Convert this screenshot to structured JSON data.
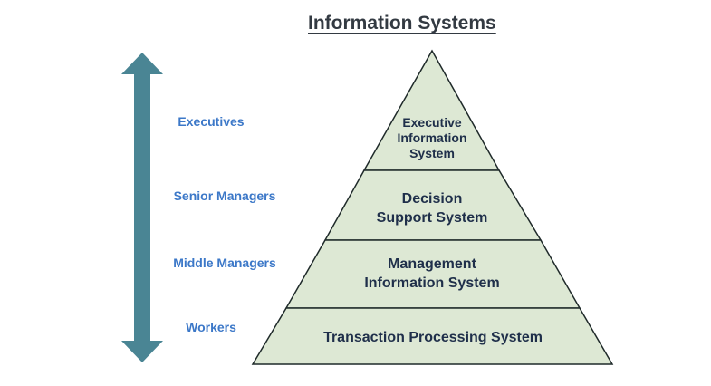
{
  "title": "Information Systems",
  "roles": {
    "executives": "Executives",
    "senior_managers": "Senior Managers",
    "middle_managers": "Middle Managers",
    "workers": "Workers"
  },
  "tiers": {
    "executive": "Executive\nInformation\nSystem",
    "decision": "Decision\nSupport System",
    "management": "Management\nInformation System",
    "transaction": "Transaction Processing System"
  },
  "colors": {
    "arrow": "#4a8594",
    "tier_fill": "#dde8d4",
    "tier_stroke": "#1f2a2a",
    "role_text": "#3c78c8",
    "tier_text": "#1f2f4a"
  }
}
